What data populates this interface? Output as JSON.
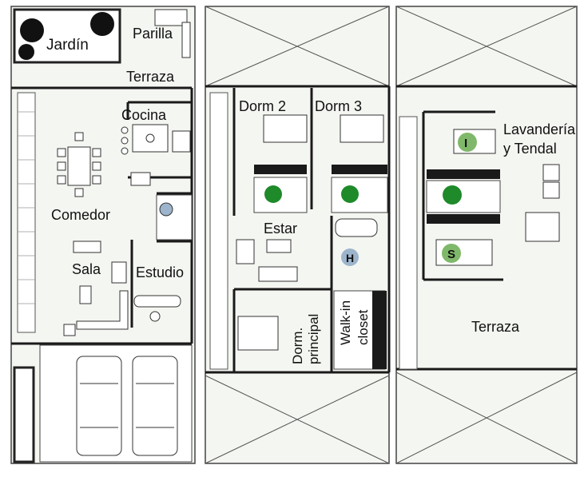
{
  "floor1": {
    "rooms": {
      "jardin": "Jardín",
      "parrilla": "Parilla",
      "terraza": "Terraza",
      "cocina": "Cocina",
      "comedor": "Comedor",
      "sala": "Sala",
      "estudio": "Estudio"
    }
  },
  "floor2": {
    "rooms": {
      "dorm2": "Dorm 2",
      "dorm3": "Dorm 3",
      "estar": "Estar",
      "dorm_principal_line1": "Dorm.",
      "dorm_principal_line2": "principal",
      "walkin_line1": "Walk-in",
      "walkin_line2": "closet",
      "bath_marker": "H"
    }
  },
  "floor3": {
    "rooms": {
      "lavanderia_line1": "Lavandería",
      "lavanderia_line2": "y Tendal",
      "terraza": "Terraza",
      "marker_i": "I",
      "marker_s": "S"
    }
  },
  "colors": {
    "wall": "#1a1a1a",
    "floor_fill": "#f4f6f1",
    "outline": "#444444",
    "marker_green": "#7fb86a",
    "marker_blue": "#9db5cc",
    "plant": "#1e8a2a"
  }
}
